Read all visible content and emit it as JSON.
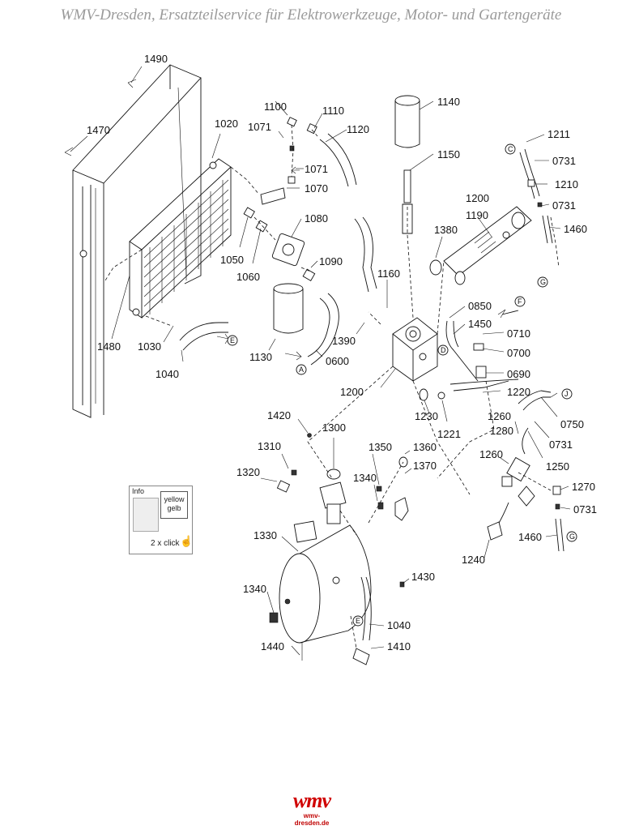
{
  "header": {
    "title": "WMV-Dresden, Ersatzteilservice für Elektrowerkzeuge, Motor- und Gartengeräte"
  },
  "parts": {
    "p1490": "1490",
    "p1470": "1470",
    "p1020": "1020",
    "p1100": "1100",
    "p1110": "1110",
    "p1071a": "1071",
    "p1120": "1120",
    "p1140": "1140",
    "p1150": "1150",
    "p1071b": "1071",
    "p1070": "1070",
    "p1211": "1211",
    "p0731a": "0731",
    "p1210": "1210",
    "p0731b": "0731",
    "p1460a": "1460",
    "p1200a": "1200",
    "p1190": "1190",
    "p1080": "1080",
    "p1380": "1380",
    "p1050": "1050",
    "p1060": "1060",
    "p1090": "1090",
    "p1160": "1160",
    "p0850": "0850",
    "p1450": "1450",
    "p0710": "0710",
    "p0700": "0700",
    "p0690": "0690",
    "p1480": "1480",
    "p1030": "1030",
    "p1130": "1130",
    "p1390": "1390",
    "p0600": "0600",
    "p1040a": "1040",
    "p1200b": "1200",
    "p1220": "1220",
    "p1230": "1230",
    "p1221": "1221",
    "p1420": "1420",
    "p1300": "1300",
    "p1260a": "1260",
    "p1280": "1280",
    "p0750": "0750",
    "p0731c": "0731",
    "p1250": "1250",
    "p1260b": "1260",
    "p1310": "1310",
    "p1350": "1350",
    "p1360": "1360",
    "p1370": "1370",
    "p1320": "1320",
    "p1340a": "1340",
    "p1270": "1270",
    "p0731d": "0731",
    "p1460b": "1460",
    "p1330": "1330",
    "p1240": "1240",
    "p1430": "1430",
    "p1340b": "1340",
    "p1040b": "1040",
    "p1410": "1410",
    "p1440": "1440"
  },
  "refs": {
    "A": "A",
    "C": "C",
    "D": "D",
    "E": "E",
    "F": "F",
    "G": "G",
    "J": "J"
  },
  "info": {
    "title": "Info",
    "color_en": "yellow",
    "color_de": "gelb",
    "hint": "2 x click"
  },
  "logo": {
    "mark": "wmv",
    "url": "wmv-dresden.de"
  },
  "colors": {
    "header": "#9a9a9a",
    "logo": "#d00000"
  }
}
